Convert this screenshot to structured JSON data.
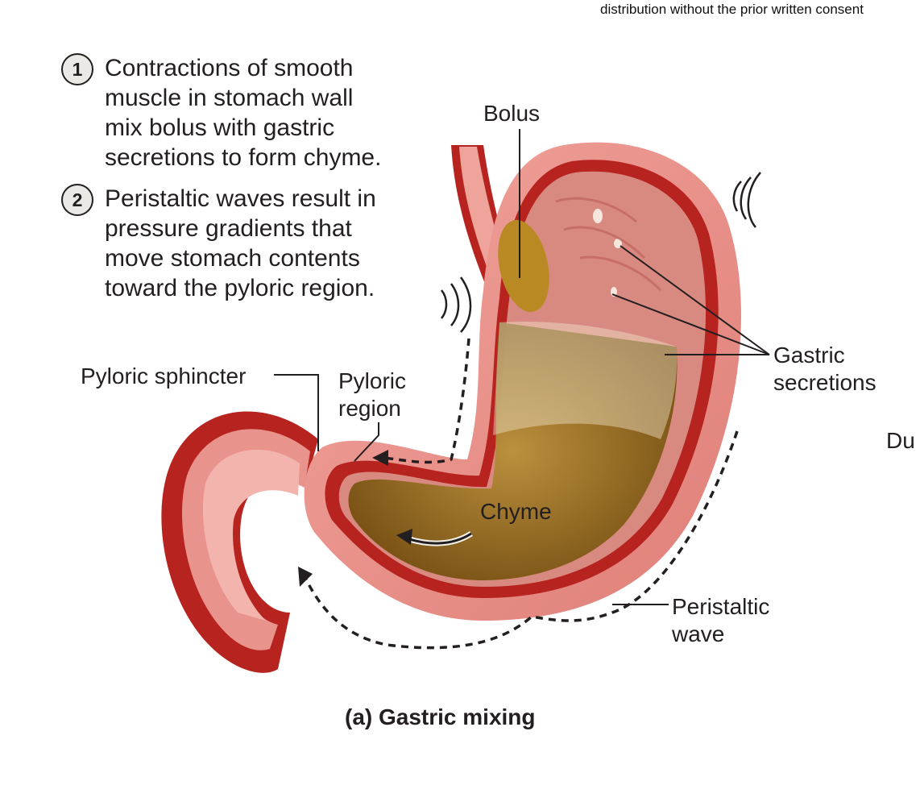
{
  "header_note": "distribution without the prior written consent",
  "steps": [
    {
      "number": "1",
      "text": "Contractions of smooth\nmuscle in stomach wall\nmix bolus with gastric\nsecretions to form chyme."
    },
    {
      "number": "2",
      "text": "Peristaltic waves result in\npressure gradients that\nmove stomach contents\ntoward the pyloric region."
    }
  ],
  "labels": {
    "bolus": "Bolus",
    "gastric_secretions": "Gastric\nsecretions",
    "pyloric_sphincter": "Pyloric sphincter",
    "pyloric_region": "Pyloric\nregion",
    "chyme": "Chyme",
    "peristaltic_wave": "Peristaltic\nwave",
    "duodenum_partial": "Du"
  },
  "caption": "(a) Gastric mixing",
  "colors": {
    "outer_wall": "#e78c86",
    "muscle_layer": "#b7231f",
    "lumen": "#dd8f88",
    "chyme": "#8a5d12",
    "bolus": "#b98a24",
    "line": "#231f20"
  }
}
